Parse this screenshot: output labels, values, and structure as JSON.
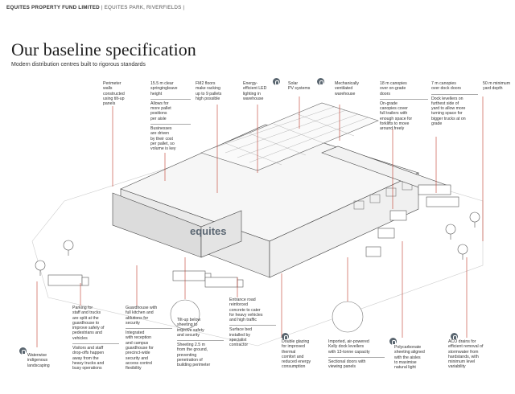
{
  "header": {
    "company": "EQUITES PROPERTY FUND LIMITED",
    "section": "| EQUITES PARK, RIVERFIELDS |"
  },
  "title": "Our baseline specification",
  "subtitle": "Modern distribution centres built to rigorous standards",
  "logo_text": "equites",
  "accent_color": "#c0392b",
  "top_callouts": [
    {
      "id": "perimeter",
      "lines": [
        "Perimeter",
        "walls",
        "constructed",
        "using tilt-up",
        "panels"
      ]
    },
    {
      "id": "clear-height",
      "lines": [
        "15.5 m clear",
        "springingleave",
        "height"
      ],
      "extra": [
        "Allows for",
        "more pallet",
        "positions",
        "per aisle"
      ],
      "extra2": [
        "Businesses",
        "are driven",
        "by their cost",
        "per pallet, so",
        "volume is key"
      ]
    },
    {
      "id": "fm2",
      "lines": [
        "FM2 floors",
        "make racking",
        "up to 9 pallets",
        "high possible"
      ]
    },
    {
      "id": "led",
      "lines": [
        "Energy-",
        "efficient LED",
        "lighting in",
        "warehouse"
      ]
    },
    {
      "id": "solar",
      "lines": [
        "Solar",
        "PV systems"
      ]
    },
    {
      "id": "ventilated",
      "lines": [
        "Mechanically",
        "ventilated",
        "warehouse"
      ]
    },
    {
      "id": "canopies18",
      "lines": [
        "18 m canopies",
        "over on-grade",
        "doors"
      ],
      "extra": [
        "On-grade",
        "canopies cover",
        "full trailers with",
        "enough space for",
        "forklifts to move",
        "around freely"
      ]
    },
    {
      "id": "canopies7",
      "lines": [
        "7 m canopies",
        "over dock doors"
      ],
      "extra": [
        "Dock levellers on",
        "furthest side of",
        "yard to allow more",
        "turning space for",
        "bigger trucks at on",
        "grade"
      ]
    },
    {
      "id": "yard",
      "lines": [
        "50 m minimum",
        "yard depth"
      ]
    }
  ],
  "bottom_callouts": [
    {
      "id": "waterwise",
      "lines": [
        "Waterwise",
        "indigenous",
        "landscaping"
      ]
    },
    {
      "id": "parking",
      "lines": [
        "Parking for",
        "staff and trucks",
        "are split at the",
        "guardhouse to",
        "improve safety of",
        "pedestrians and",
        "vehicles"
      ],
      "extra": [
        "Visitors and staff",
        "drop-offs happen",
        "away from the",
        "heavy trucks and",
        "busy operations"
      ]
    },
    {
      "id": "guardhouse",
      "lines": [
        "Guardhouse with",
        "full kitchen and",
        "ablutions for",
        "security"
      ],
      "extra": [
        "Integrated",
        "with reception",
        "and campus",
        "guardhouse for",
        "precinct-wide",
        "security and",
        "access control",
        "flexibility"
      ]
    },
    {
      "id": "tiltup",
      "lines": [
        "Tilt-up below",
        "sheeting to",
        "improve safety",
        "and security"
      ],
      "extra": [
        "Sheeting 2.5 m",
        "from the ground,",
        "preventing",
        "penetration of",
        "building perimeter"
      ]
    },
    {
      "id": "entrance",
      "lines": [
        "Entrance road",
        "reinforced",
        "concrete to cater",
        "for heavy vehicles",
        "and high traffic"
      ],
      "extra": [
        "Surface bed",
        "installed by",
        "specialist",
        "contractor"
      ]
    },
    {
      "id": "glazing",
      "lines": [
        "Double glazing",
        "for improved",
        "thermal",
        "comfort and",
        "reduced energy",
        "consumption"
      ]
    },
    {
      "id": "levellers",
      "lines": [
        "Imported, air-powered",
        "Kelly dock levellers",
        "with 13-tonne capacity"
      ],
      "extra": [
        "Sectional doors with",
        "viewing panels"
      ]
    },
    {
      "id": "polycarbonate",
      "lines": [
        "Polycarbonate",
        "sheeting aligned",
        "with the aisles",
        "to maximise",
        "natural light"
      ]
    },
    {
      "id": "aco",
      "lines": [
        "ACO drains for",
        "efficient removal of",
        "stormwater from",
        "hardstands, with",
        "minimum level",
        "variability"
      ]
    }
  ]
}
